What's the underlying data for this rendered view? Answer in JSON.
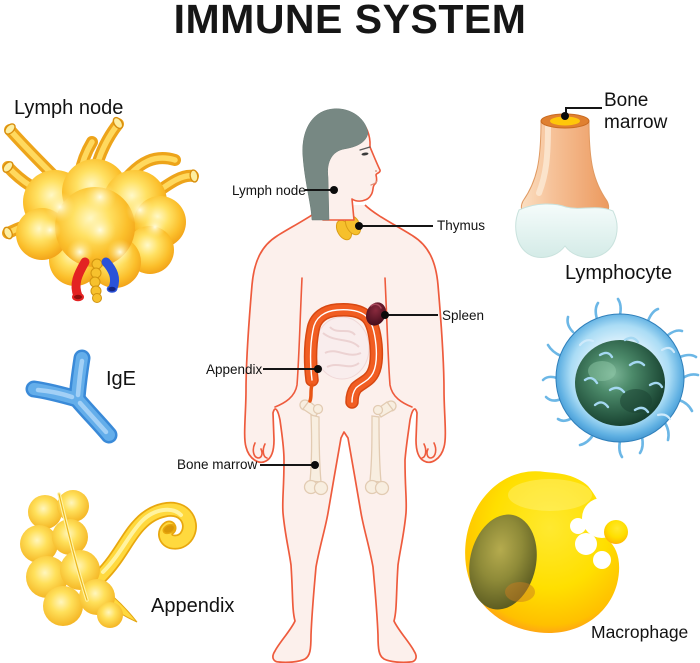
{
  "title": "IMMUNE SYSTEM",
  "peripheral_labels": {
    "lymph_node": "Lymph node",
    "bone_marrow": "Bone marrow",
    "lymphocyte": "Lymphocyte",
    "ige": "IgE",
    "appendix": "Appendix",
    "macrophage": "Macrophage"
  },
  "body_labels": {
    "lymph_node": "Lymph node",
    "thymus": "Thymus",
    "spleen": "Spleen",
    "appendix": "Appendix",
    "bone_marrow": "Bone marrow"
  },
  "colors": {
    "body_outline": "#ee5b3d",
    "skin": "#fcf0ec",
    "hair_gray": "#778883",
    "organ_yellow": "#f6c12f",
    "colon_orange": "#f15d22",
    "spleen_maroon": "#5a1426",
    "lymph_node_yellow": "#fbbf2b",
    "antibody_blue": "#4da0ea",
    "lymphocyte_blue": "#5fb0e2",
    "nucleus_green": "#2a5c45",
    "macrophage_yellow": "#ffdf00",
    "macrophage_orange": "#ff8126",
    "bone_peach": "#f2b183",
    "cartilage_blue": "#e7f4f2",
    "marrow_yellow": "#ffc70a",
    "artery_red": "#e32222",
    "vein_blue": "#2b52d8",
    "label_text": "#121212"
  }
}
